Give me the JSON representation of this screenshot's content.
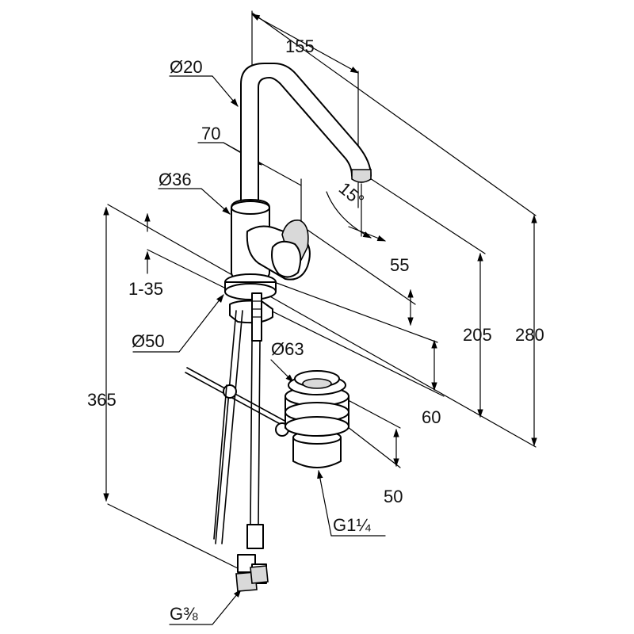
{
  "diagram": {
    "labels": {
      "reach": "155",
      "spout_diameter": "Ø20",
      "spout_offset": "70",
      "body_diameter": "Ø36",
      "spout_angle": "15°",
      "lever_height": "55",
      "height_range": "1-35",
      "base_diameter": "Ø50",
      "waste_diameter": "Ø63",
      "total_length": "365",
      "outlet_height": "205",
      "total_height": "280",
      "base_to_plug": "60",
      "plug_height": "50",
      "waste_thread": "G1¼",
      "hose_thread": "G⅜"
    },
    "colors": {
      "line": "#000000",
      "fill": "#ffffff",
      "shade": "#d9d9d9"
    }
  }
}
